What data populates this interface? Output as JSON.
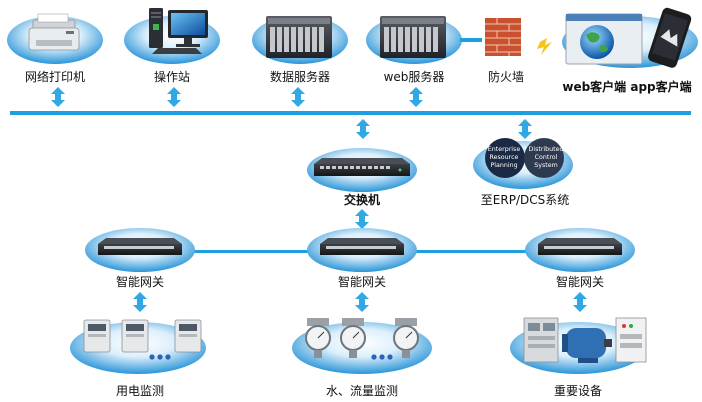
{
  "top_nodes": [
    {
      "label": "网络打印机",
      "icon": "printer-icon"
    },
    {
      "label": "操作站",
      "icon": "workstation-icon"
    },
    {
      "label": "数据服务器",
      "icon": "server-icon"
    },
    {
      "label": "web服务器",
      "icon": "server-icon"
    },
    {
      "label": "防火墙",
      "icon": "firewall-icon"
    },
    {
      "label": "web客户端  app客户端",
      "icon": "clients-icon"
    }
  ],
  "switch": {
    "label": "交换机",
    "icon": "switch-icon"
  },
  "erp": {
    "label": "至ERP/DCS系统",
    "left_lines": [
      "Enterprise",
      "Resource",
      "Planning"
    ],
    "right_lines": [
      "Distributed",
      "Control",
      "System"
    ]
  },
  "gateways": [
    {
      "label": "智能网关",
      "icon": "gateway-icon"
    },
    {
      "label": "智能网关",
      "icon": "gateway-icon"
    },
    {
      "label": "智能网关",
      "icon": "gateway-icon"
    }
  ],
  "devices": [
    {
      "label": "用电监测",
      "icon": "power-meter-icon"
    },
    {
      "label": "水、流量监测",
      "icon": "flow-meter-icon"
    },
    {
      "label": "重要设备",
      "icon": "equipment-icon"
    }
  ],
  "colors": {
    "bus": "#1ea0e0",
    "pad": "#2b95d8",
    "arrow": "#2fa8e4",
    "node_bg": "#e2f0fb",
    "gateway": "#23252a"
  }
}
